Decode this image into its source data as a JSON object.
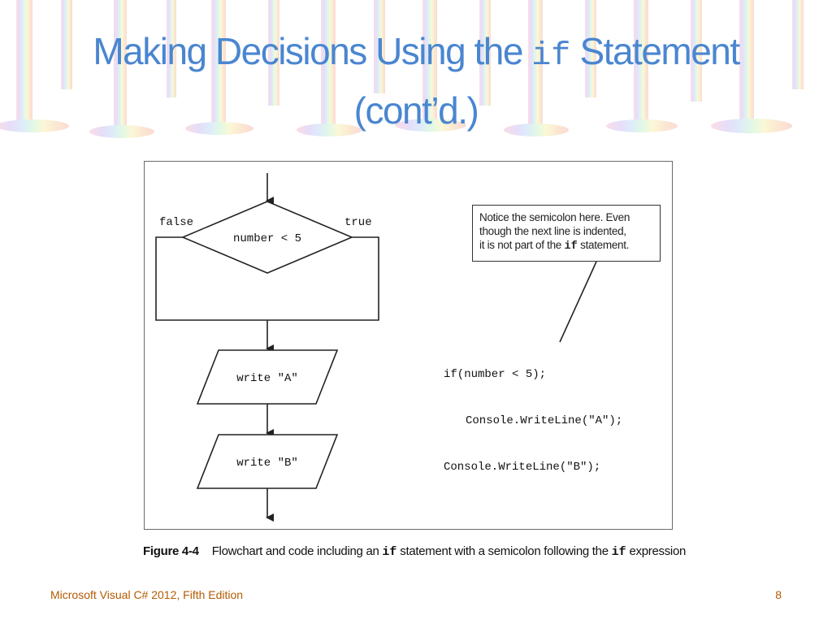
{
  "slide": {
    "title_part1": "Making Decisions Using the ",
    "title_code": "if",
    "title_part2": " Statement",
    "title_line2": "(cont’d.)",
    "footer_left": "Microsoft Visual C# 2012, Fifth Edition",
    "page_number": "8"
  },
  "colors": {
    "title": "#4a86d0",
    "footer": "#b35a00",
    "figure_border": "#6b6b6b"
  },
  "flowchart": {
    "decision_label": "number < 5",
    "false_label": "false",
    "true_label": "true",
    "process_a": "write \"A\"",
    "process_b": "write \"B\""
  },
  "callout": {
    "line1": "Notice the semicolon here. Even",
    "line2": "though the next line is indented,",
    "line3_pre": "it is not part of the ",
    "line3_code": "if",
    "line3_post": " statement."
  },
  "code_lines": {
    "line1": "if(number < 5);",
    "line2": "Console.WriteLine(\"A\");",
    "line3": "Console.WriteLine(\"B\");"
  },
  "caption": {
    "label": "Figure 4-4",
    "text_pre": "Flowchart and code including an ",
    "code1": "if",
    "text_mid": " statement with a semicolon following the ",
    "code2": "if",
    "text_post": " expression"
  }
}
